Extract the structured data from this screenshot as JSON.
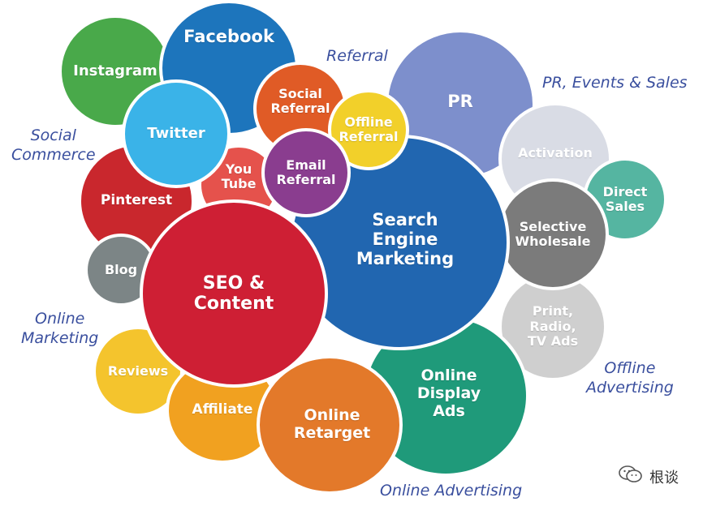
{
  "bubbles": [
    {
      "name": "instagram-bubble",
      "label": "Instagram",
      "color": "#49a94a"
    },
    {
      "name": "facebook-bubble",
      "label": "Facebook",
      "color": "#1d75bc"
    },
    {
      "name": "social-referral-bubble",
      "label": "Social\nReferral",
      "color": "#e05b26"
    },
    {
      "name": "pr-bubble",
      "label": "PR",
      "color": "#7d8fcc"
    },
    {
      "name": "twitter-bubble",
      "label": "Twitter",
      "color": "#3ab3e8"
    },
    {
      "name": "offline-referral-bubble",
      "label": "Offline\nReferral",
      "color": "#f2d02a"
    },
    {
      "name": "email-referral-bubble",
      "label": "Email\nReferral",
      "color": "#8a3d8f"
    },
    {
      "name": "activation-bubble",
      "label": "Activation",
      "color": "#d9dce5"
    },
    {
      "name": "pinterest-bubble",
      "label": "Pinterest",
      "color": "#c9272d"
    },
    {
      "name": "youtube-bubble",
      "label": "You\nTube",
      "color": "#e5524c"
    },
    {
      "name": "direct-sales-bubble",
      "label": "Direct\nSales",
      "color": "#55b5a1"
    },
    {
      "name": "search-engine-marketing-bubble",
      "label": "Search\nEngine\nMarketing",
      "color": "#2166b0"
    },
    {
      "name": "selective-wholesale-bubble",
      "label": "Selective\nWholesale",
      "color": "#7b7b7b"
    },
    {
      "name": "blog-bubble",
      "label": "Blog",
      "color": "#7c8586"
    },
    {
      "name": "seo-content-bubble",
      "label": "SEO &\nContent",
      "color": "#ce1f34"
    },
    {
      "name": "print-radio-tv-bubble",
      "label": "Print,\nRadio,\nTV Ads",
      "color": "#cfcfcf"
    },
    {
      "name": "online-display-ads-bubble",
      "label": "Online\nDisplay\nAds",
      "color": "#1f9a7a"
    },
    {
      "name": "reviews-bubble",
      "label": "Reviews",
      "color": "#f4c42d"
    },
    {
      "name": "affiliate-bubble",
      "label": "Affiliate",
      "color": "#f1a120"
    },
    {
      "name": "online-retarget-bubble",
      "label": "Online\nRetarget",
      "color": "#e3792a"
    }
  ],
  "categories": [
    {
      "name": "category-referral",
      "label": "Referral"
    },
    {
      "name": "category-pr-events-sales",
      "label": "PR, Events & Sales"
    },
    {
      "name": "category-social-commerce",
      "label": "Social\nCommerce"
    },
    {
      "name": "category-online-marketing",
      "label": "Online\nMarketing"
    },
    {
      "name": "category-offline-advertising",
      "label": "Offline\nAdvertising"
    },
    {
      "name": "category-online-advertising",
      "label": "Online Advertising"
    }
  ],
  "watermark": {
    "text": "根谈",
    "icon": "wechat-icon"
  }
}
